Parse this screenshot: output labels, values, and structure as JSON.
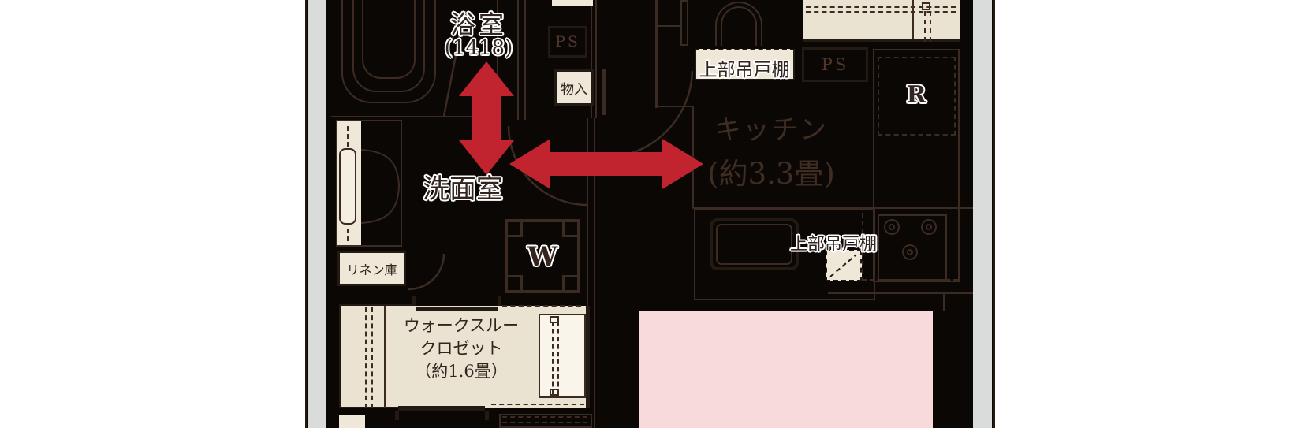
{
  "colors": {
    "bg": "#0a0705",
    "line": "#3b2b23",
    "line-dark": "#241a14",
    "cream": "#efe7d7",
    "cream2": "#ebe3d2",
    "pink": "#f8dada",
    "gray": "#d9dcda",
    "red": "#c1242f",
    "text-dark": "#33251e",
    "text-brown": "#3f2d23",
    "ps-text": "#4f382b"
  },
  "rooms": {
    "bathroom": {
      "name": "浴室",
      "size": "(1418)"
    },
    "washroom": {
      "name": "洗面室"
    },
    "kitchen": {
      "name": "キッチン",
      "size": "(約3.3畳)"
    },
    "closet": {
      "line1": "ウォークスルー",
      "line2": "クロゼット",
      "line3": "（約1.6畳）"
    }
  },
  "fixtures": {
    "ps_top": "PS",
    "ps_right": "PS",
    "storage": "物入",
    "linen": "リネン庫",
    "upper_cabinet_1": "上部吊戸棚",
    "upper_cabinet_2": "上部吊戸棚",
    "washer": "W",
    "fridge": "R"
  }
}
